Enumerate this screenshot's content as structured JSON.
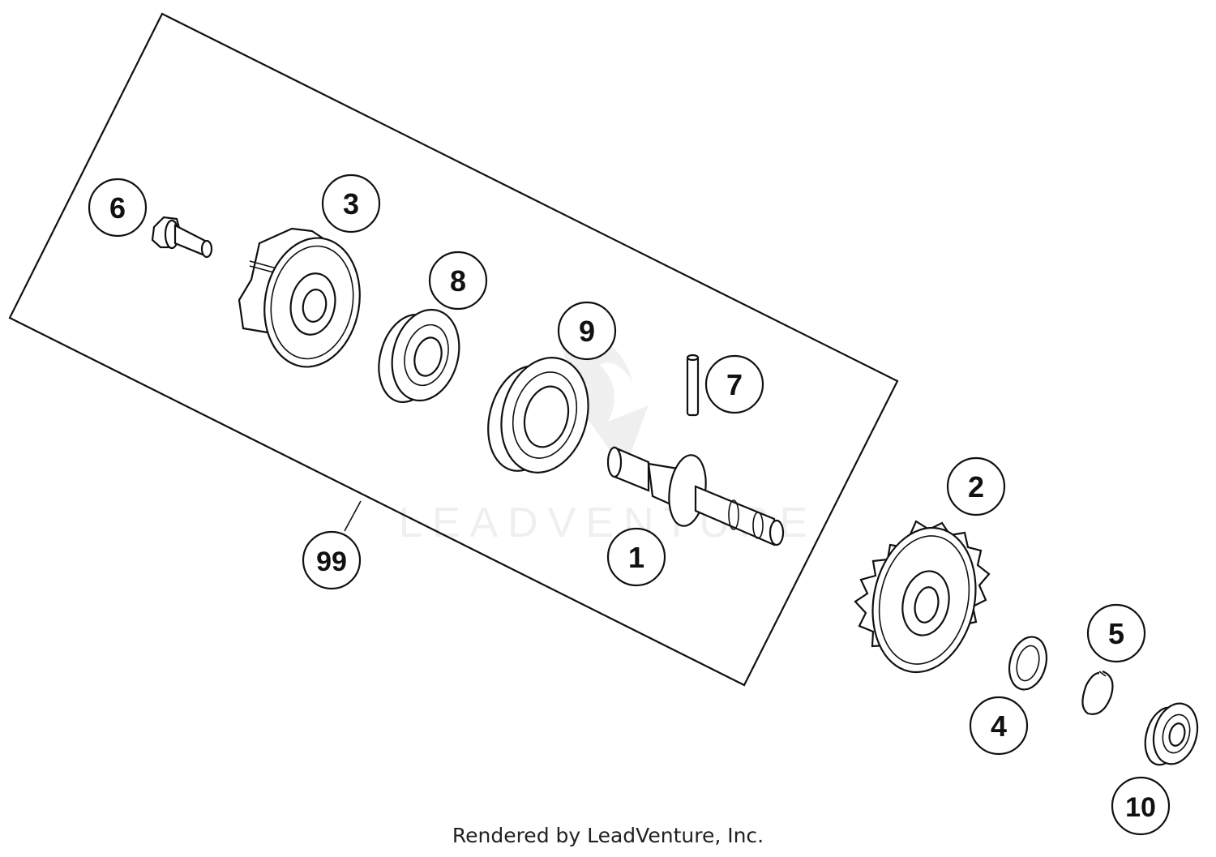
{
  "callouts": [
    {
      "id": "1",
      "label": "1"
    },
    {
      "id": "2",
      "label": "2"
    },
    {
      "id": "3",
      "label": "3"
    },
    {
      "id": "4",
      "label": "4"
    },
    {
      "id": "5",
      "label": "5"
    },
    {
      "id": "6",
      "label": "6"
    },
    {
      "id": "7",
      "label": "7"
    },
    {
      "id": "8",
      "label": "8"
    },
    {
      "id": "9",
      "label": "9"
    },
    {
      "id": "10",
      "label": "10"
    },
    {
      "id": "99",
      "label": "99"
    }
  ],
  "watermark": {
    "text": "LEADVENTURE"
  },
  "footer": {
    "text": "Rendered by LeadVenture, Inc."
  }
}
